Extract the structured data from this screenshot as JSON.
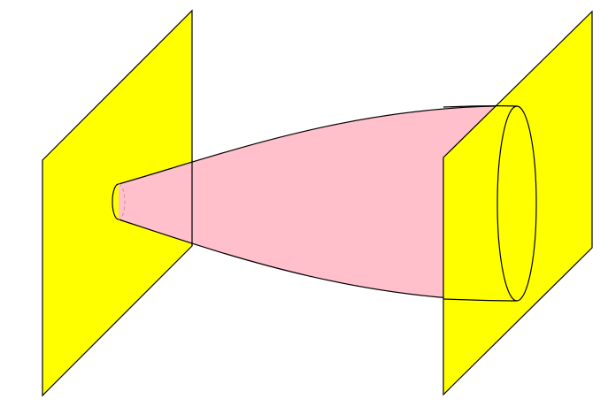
{
  "colors": {
    "background": "#ffffff",
    "plane_fill": "#ffff00",
    "solid_fill": "#ffc0cb",
    "stroke": "#000000",
    "hidden_edge": "#d98aa0"
  },
  "figure": {
    "elements": [
      "left-plane",
      "solid-of-revolution",
      "right-plane",
      "small-end-ellipse",
      "large-end-ellipse"
    ]
  }
}
